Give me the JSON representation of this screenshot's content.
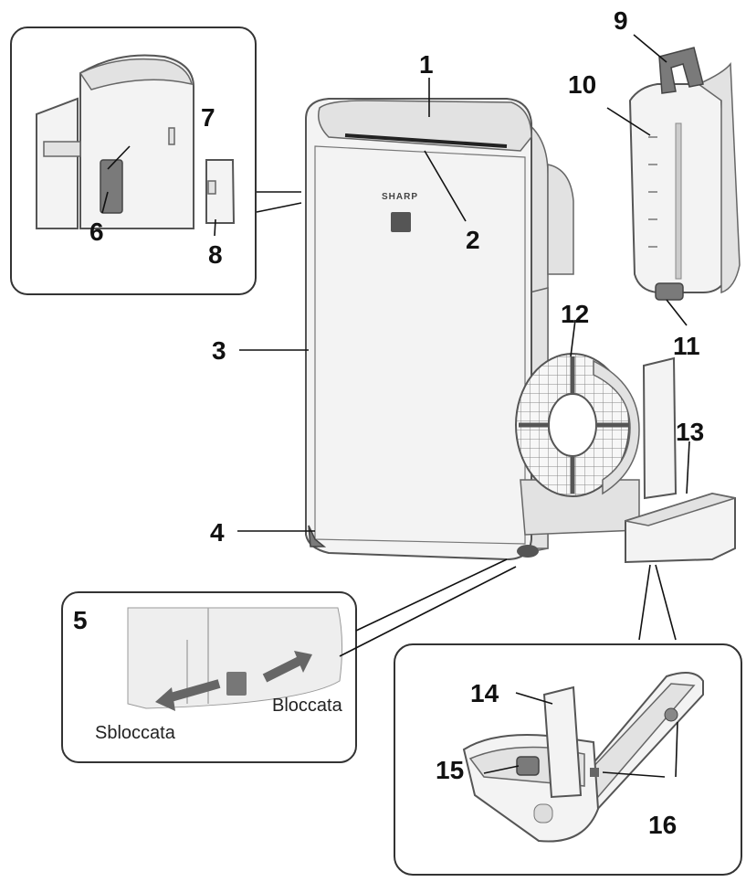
{
  "labels": {
    "n1": "1",
    "n2": "2",
    "n3": "3",
    "n4": "4",
    "n5": "5",
    "n6": "6",
    "n7": "7",
    "n8": "8",
    "n9": "9",
    "n10": "10",
    "n11": "11",
    "n12": "12",
    "n13": "13",
    "n14": "14",
    "n15": "15",
    "n16": "16"
  },
  "brand": "SHARP",
  "lock": {
    "unlocked": "Sbloccata",
    "locked": "Bloccata"
  }
}
